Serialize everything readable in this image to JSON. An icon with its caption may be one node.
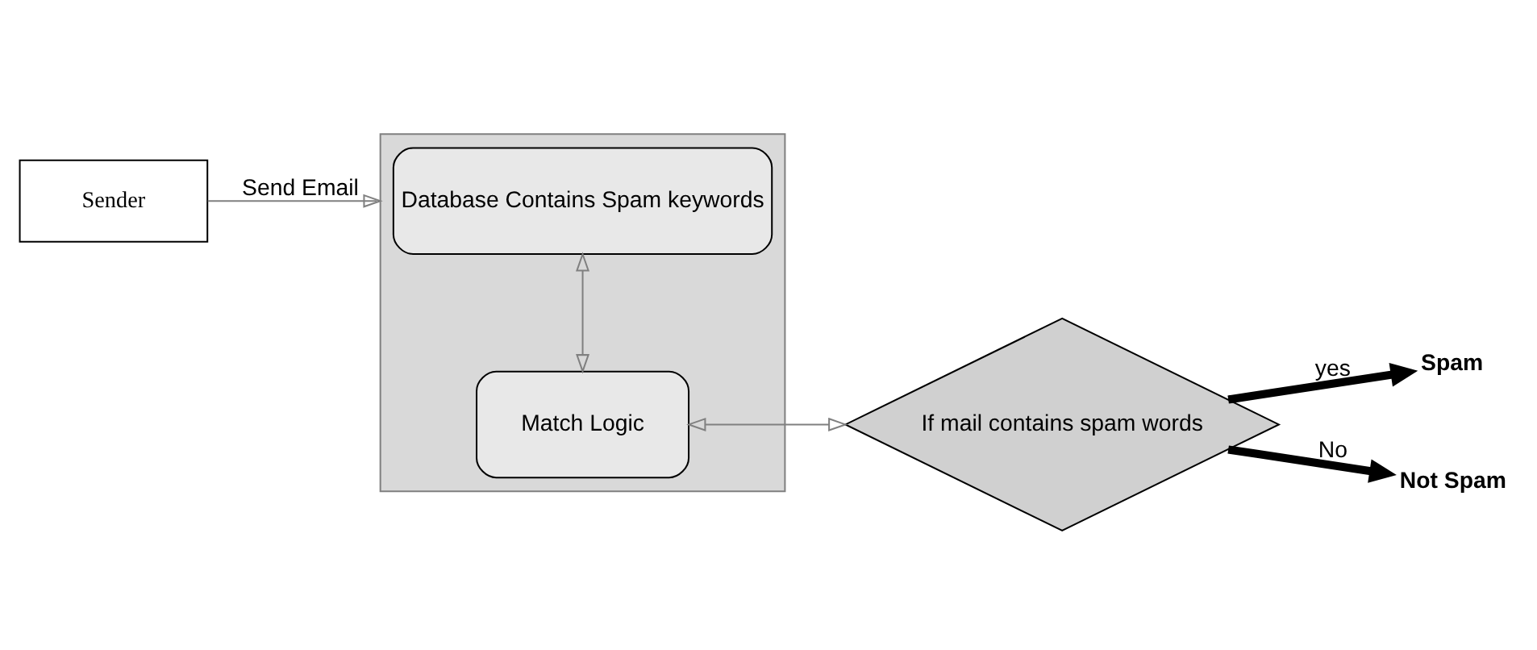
{
  "diagram": {
    "nodes": [
      {
        "text": [
          "Sender"
        ]
      },
      {
        "text": [],
        "shape": "box"
      },
      {
        "text": [
          "Match Logic"
        ],
        "in": 1
      },
      {
        "text": [
          "Database Contains Spam keywords"
        ],
        "in": 1
      },
      {
        "text": [
          "If mail contains spam words"
        ]
      },
      {
        "text": [
          "Spam"
        ]
      },
      {
        "text": [
          "Not Spam"
        ]
      }
    ],
    "edges": [
      {
        "from": 0,
        "to": 1,
        "arrow": "to",
        "label": "Send Email"
      },
      {
        "from": 2,
        "to": 3,
        "arrow": "both"
      },
      {
        "from": 2,
        "to": 4,
        "arrow": "both"
      },
      {
        "from": 4,
        "to": 5,
        "arrow": "to",
        "label": "yes",
        "style": "thick",
        "color": "#000000"
      },
      {
        "from": 4,
        "to": 6,
        "arrow": "to",
        "label": "No",
        "style": "thick",
        "color": "#000000"
      }
    ]
  }
}
